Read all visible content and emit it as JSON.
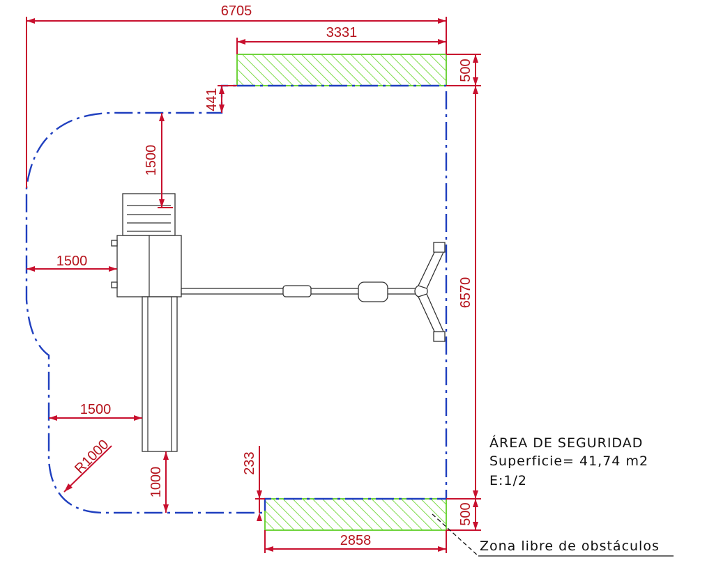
{
  "dimensions": {
    "total_width": "6705",
    "top_zone_width": "3331",
    "top_zone_depth": "500",
    "step_offset": "441",
    "top_clearance": "1500",
    "left_clearance": "1500",
    "slide_clearance": "1500",
    "radius": "R1000",
    "bottom_clearance": "1000",
    "bottom_step": "233",
    "total_height": "6570",
    "bottom_zone_depth": "500",
    "bottom_zone_width": "2858"
  },
  "notes": {
    "area_title": "ÁREA DE SEGURIDAD",
    "surface": "Superficie= 41,74 m2",
    "scale": "E:1/2",
    "free_zone": "Zona libre de obstáculos"
  },
  "colors": {
    "dimension_lines": "#c8102e",
    "safety_boundary": "#1f3fbf",
    "free_zone_hatch": "#6fd33c"
  }
}
